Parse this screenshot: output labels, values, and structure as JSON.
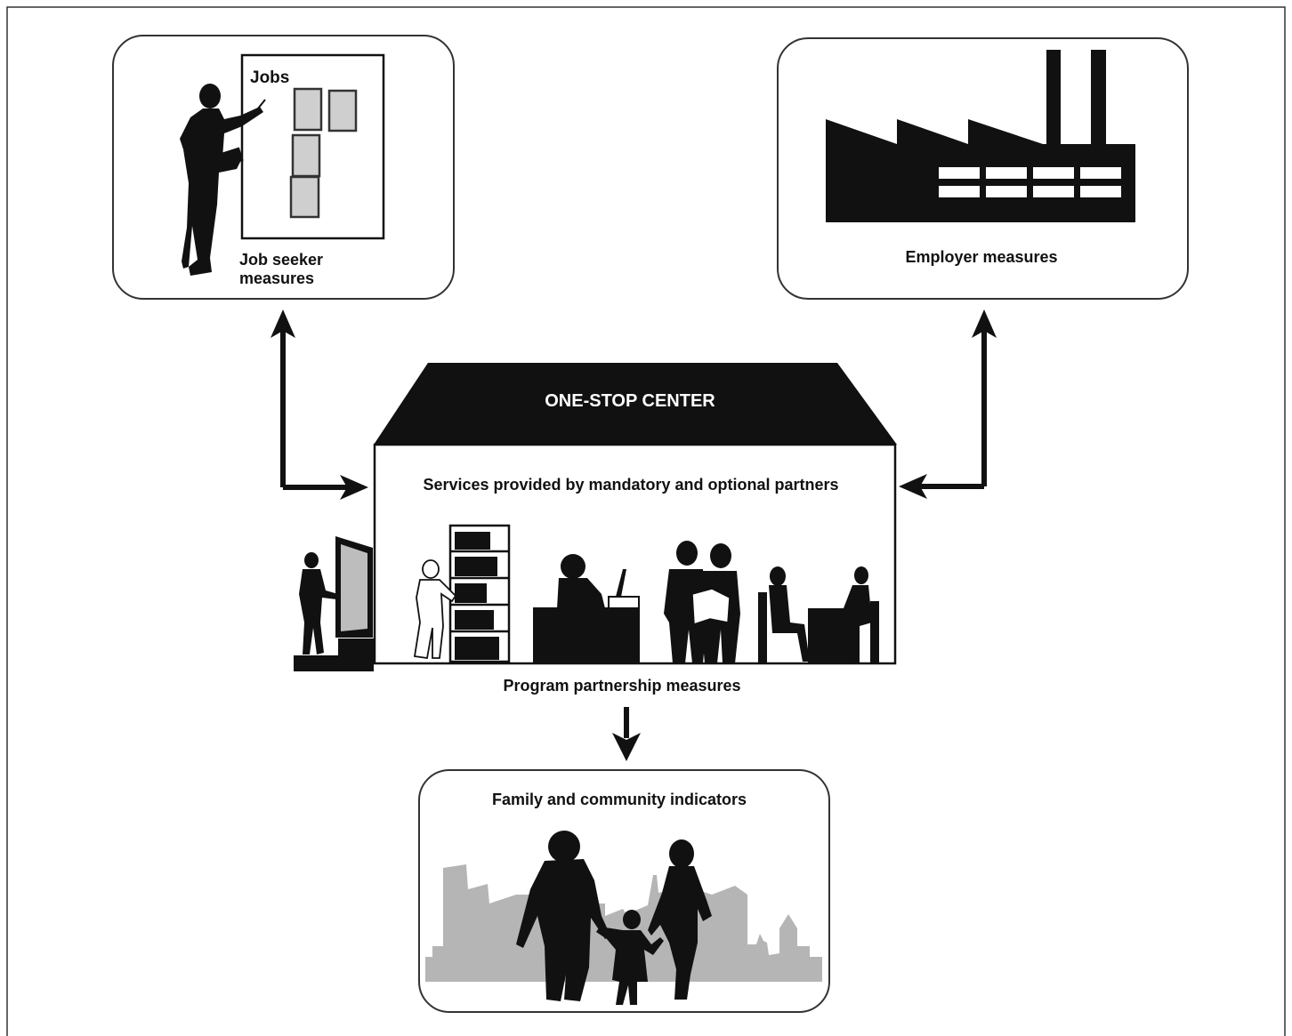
{
  "colors": {
    "ink": "#111111",
    "silhouette_gray": "#b5b5b5",
    "job_card_gray": "#cfcfcf",
    "box_border": "#333333",
    "background": "#ffffff"
  },
  "job_seeker": {
    "board_label": "Jobs",
    "caption_line1": "Job seeker",
    "caption_line2": "measures",
    "icon": "job-seeker-silhouette"
  },
  "employer": {
    "caption": "Employer measures",
    "icon": "factory-silhouette"
  },
  "center": {
    "roof_title": "ONE-STOP CENTER",
    "services_text": "Services provided by mandatory and optional partners",
    "bottom_caption": "Program partnership measures",
    "icons": [
      "bookshelf-reader-silhouette",
      "desk-computer-silhouette",
      "two-people-reading-silhouette",
      "interview-silhouette",
      "entering-person-silhouette"
    ]
  },
  "family": {
    "caption": "Family and community indicators",
    "icon": "family-city-silhouette"
  }
}
